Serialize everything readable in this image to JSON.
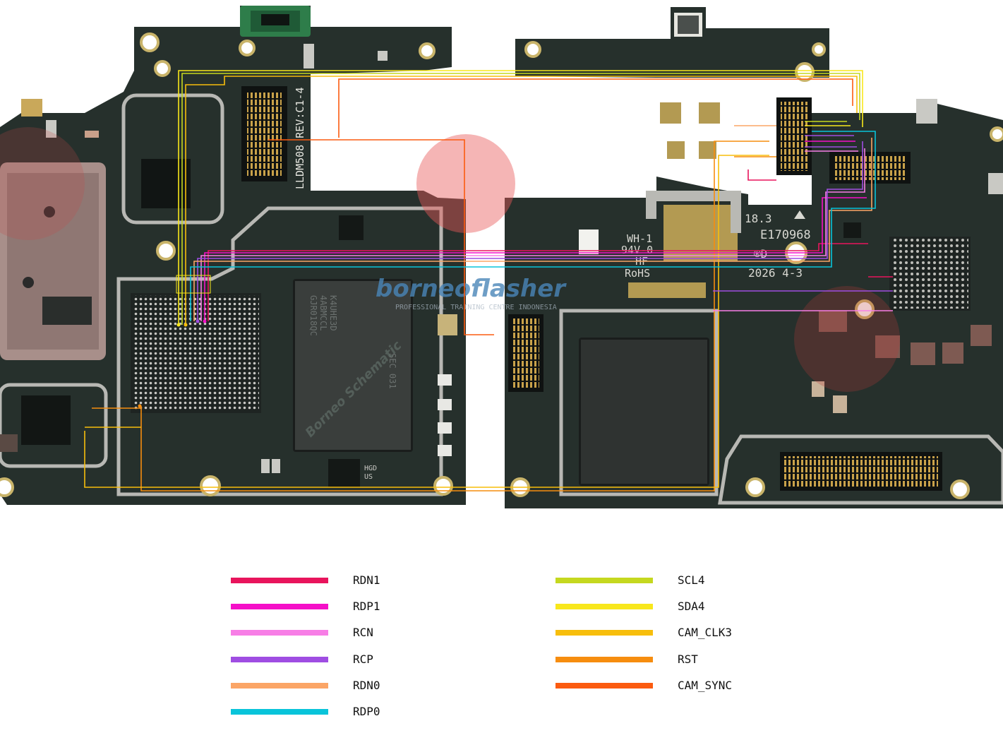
{
  "board": {
    "flex_label": "LLDM508 REV:C1-4",
    "cert_lines": [
      "WH-1",
      "94V-0",
      "HF",
      "RoHS"
    ],
    "cert_code": "E170968",
    "cert_num": "18.3",
    "date_code": "2026 4-3",
    "ul_mark": "®D",
    "memory_chip_lines": [
      "K4UHE3D",
      "4ABMCCL",
      "GJR018QC"
    ],
    "memory_chip_side": "SEC 031",
    "small_chip_lines": [
      "HGD",
      "US"
    ],
    "watermark_brand": "borneoflasher",
    "watermark_tagline": "PROFESSIONAL TRAINING CENTRE INDONESIA",
    "watermark_schematic": "Borneo Schematic"
  },
  "legend": [
    {
      "label": "RDN1",
      "color": "#e8145c"
    },
    {
      "label": "RDP1",
      "color": "#f50fc8"
    },
    {
      "label": "RCN",
      "color": "#f77ee6"
    },
    {
      "label": "RCP",
      "color": "#9f4de2"
    },
    {
      "label": "RDN0",
      "color": "#fba566"
    },
    {
      "label": "RDP0",
      "color": "#09c4da"
    },
    {
      "label": "SCL4",
      "color": "#c5d81f"
    },
    {
      "label": "SDA4",
      "color": "#f8e71c"
    },
    {
      "label": "CAM_CLK3",
      "color": "#f7be0c"
    },
    {
      "label": "RST",
      "color": "#f68d0f"
    },
    {
      "label": "CAM_SYNC",
      "color": "#fb5b10"
    }
  ]
}
